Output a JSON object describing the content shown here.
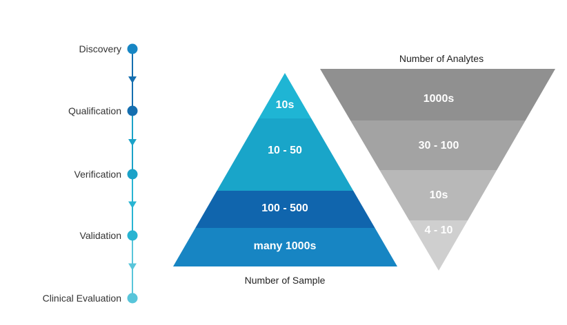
{
  "timeline": {
    "stages": [
      {
        "label": "Discovery",
        "color": "#1786c4"
      },
      {
        "label": "Qualification",
        "color": "#146eaf"
      },
      {
        "label": "Verification",
        "color": "#1ba2c8"
      },
      {
        "label": "Validation",
        "color": "#28b4d2"
      },
      {
        "label": "Clinical Evaluation",
        "color": "#58c5da"
      }
    ],
    "connector_colors": [
      "#146eaf",
      "#1ba2c8",
      "#28b4d2",
      "#58c5da"
    ]
  },
  "sample_pyramid": {
    "caption": "Number of Sample",
    "tiers": [
      {
        "label": "10s",
        "color": "#1fb5d4"
      },
      {
        "label": "10 - 50",
        "color": "#19a5c9"
      },
      {
        "label": "100 - 500",
        "color": "#1065ad"
      },
      {
        "label": "many 1000s",
        "color": "#1785c3"
      }
    ]
  },
  "analyte_funnel": {
    "caption": "Number of Analytes",
    "tiers": [
      {
        "label": "1000s",
        "color": "#909090"
      },
      {
        "label": "30 - 100",
        "color": "#a3a3a3"
      },
      {
        "label": "10s",
        "color": "#b8b8b8"
      },
      {
        "label": "4 - 10",
        "color": "#cfcfcf"
      }
    ]
  }
}
